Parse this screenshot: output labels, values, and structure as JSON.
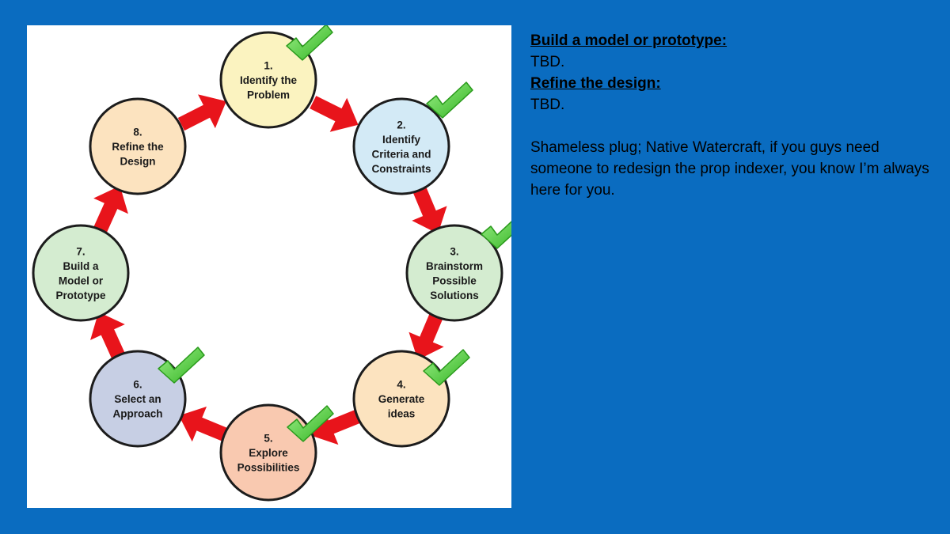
{
  "diagram": {
    "steps": [
      {
        "number": "1.",
        "lines": [
          "Identify the",
          "Problem"
        ],
        "fill": "#fbf3c0",
        "checked": true
      },
      {
        "number": "2.",
        "lines": [
          "Identify",
          "Criteria and",
          "Constraints"
        ],
        "fill": "#d3eaf6",
        "checked": true
      },
      {
        "number": "3.",
        "lines": [
          "Brainstorm",
          "Possible",
          "Solutions"
        ],
        "fill": "#d4ecd0",
        "checked": true
      },
      {
        "number": "4.",
        "lines": [
          "Generate",
          "ideas"
        ],
        "fill": "#fce3bf",
        "checked": true
      },
      {
        "number": "5.",
        "lines": [
          "Explore",
          "Possibilities"
        ],
        "fill": "#f9c9b0",
        "checked": true
      },
      {
        "number": "6.",
        "lines": [
          "Select an",
          "Approach"
        ],
        "fill": "#c7cfe4",
        "checked": true
      },
      {
        "number": "7.",
        "lines": [
          "Build a",
          "Model or",
          "Prototype"
        ],
        "fill": "#d4ecd0",
        "checked": false
      },
      {
        "number": "8.",
        "lines": [
          "Refine the",
          "Design"
        ],
        "fill": "#fce3bf",
        "checked": false
      }
    ],
    "colors": {
      "arrow": "#e8141b",
      "check": "#4cc83a",
      "outline": "#1c1c1c",
      "background": "#0a6cc0"
    }
  },
  "notes": {
    "heading_1": "Build a model or prototype:",
    "text_1": "TBD.",
    "heading_2": "Refine the design:",
    "text_2": "TBD.",
    "plug": "Shameless plug; Native Watercraft, if you guys need someone to redesign the prop indexer, you know I’m always here for you."
  }
}
